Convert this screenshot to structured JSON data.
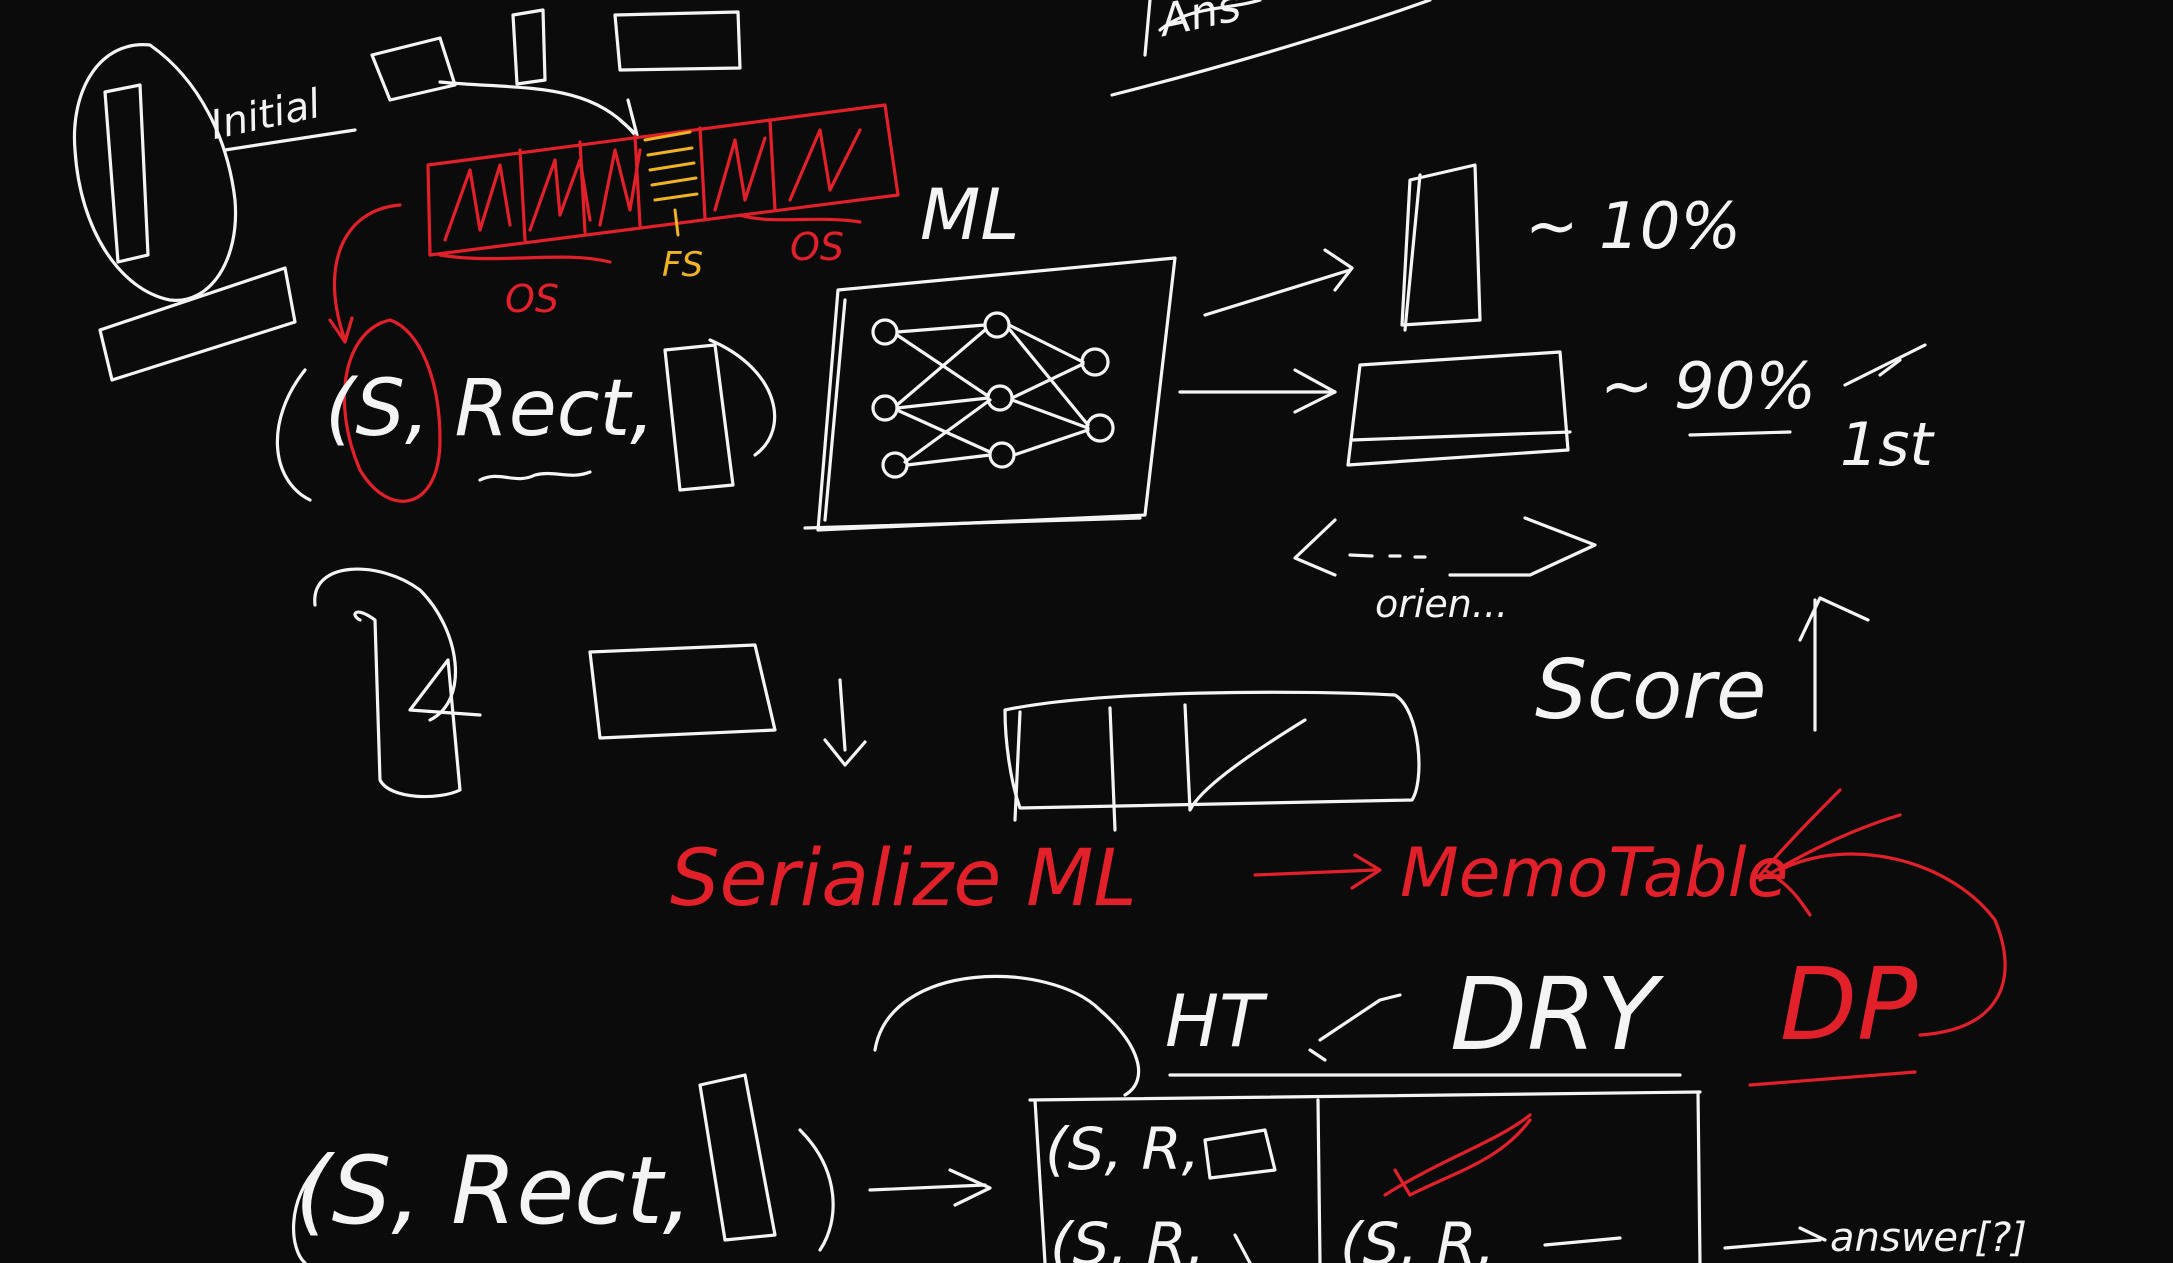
{
  "colors": {
    "background": "#0b0b0b",
    "white_ink": "#f4f4f4",
    "red_ink": "#e2202a",
    "yellow_ink": "#f0b323"
  },
  "labels": {
    "initial": "Initial",
    "os_left": "OS",
    "fs": "FS",
    "os_right": "OS",
    "ml": "ML",
    "tuple_top": "(S, Rect,",
    "pct_10": "~ 10%",
    "pct_90": "~ 90%",
    "first": "1st",
    "orientation": "orien...",
    "score": "Score",
    "serialize": "Serialize ML",
    "memo_table": "MemoTable",
    "ht": "HT",
    "dry": "DRY",
    "dp": "DP",
    "tuple_bottom": "(S, Rect,",
    "cell_top": "(S, R,",
    "cell_row2_left": "(S, R,",
    "cell_row2_right": "(S, R,",
    "answer": "answer[?]",
    "corner_top": "Ans"
  }
}
